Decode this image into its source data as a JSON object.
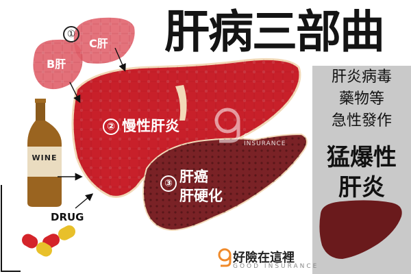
{
  "title": "肝病三部曲",
  "stage_one": {
    "number": "①",
    "liver_b_label": "B肝",
    "liver_c_label": "C肝"
  },
  "stage_two": {
    "number": "②",
    "label": "慢性肝炎"
  },
  "stage_three": {
    "number": "③",
    "label_line1": "肝癌",
    "label_line2": "肝硬化"
  },
  "causes": {
    "wine_label": "WINE",
    "drug_label": "DRUG"
  },
  "side_panel": {
    "line1": "肝炎病毒",
    "line2": "藥物等",
    "line3": "急性發作",
    "emphasis_line1": "猛爆性",
    "emphasis_line2": "肝炎"
  },
  "branding": {
    "name": "好險在這裡",
    "subtitle": "GOOD INSURANCE",
    "watermark_subtitle_line1": "GOOD",
    "watermark_subtitle_line2": "INSURANCE"
  },
  "colors": {
    "healthy_liver_red": "#c8202a",
    "small_liver_pink": "#e0606a",
    "cirrhotic_liver": "#7a2226",
    "fulminant_liver": "#6a1a1c",
    "brand_orange": "#f08a2a",
    "side_panel_gray": "#c9c9c9"
  }
}
